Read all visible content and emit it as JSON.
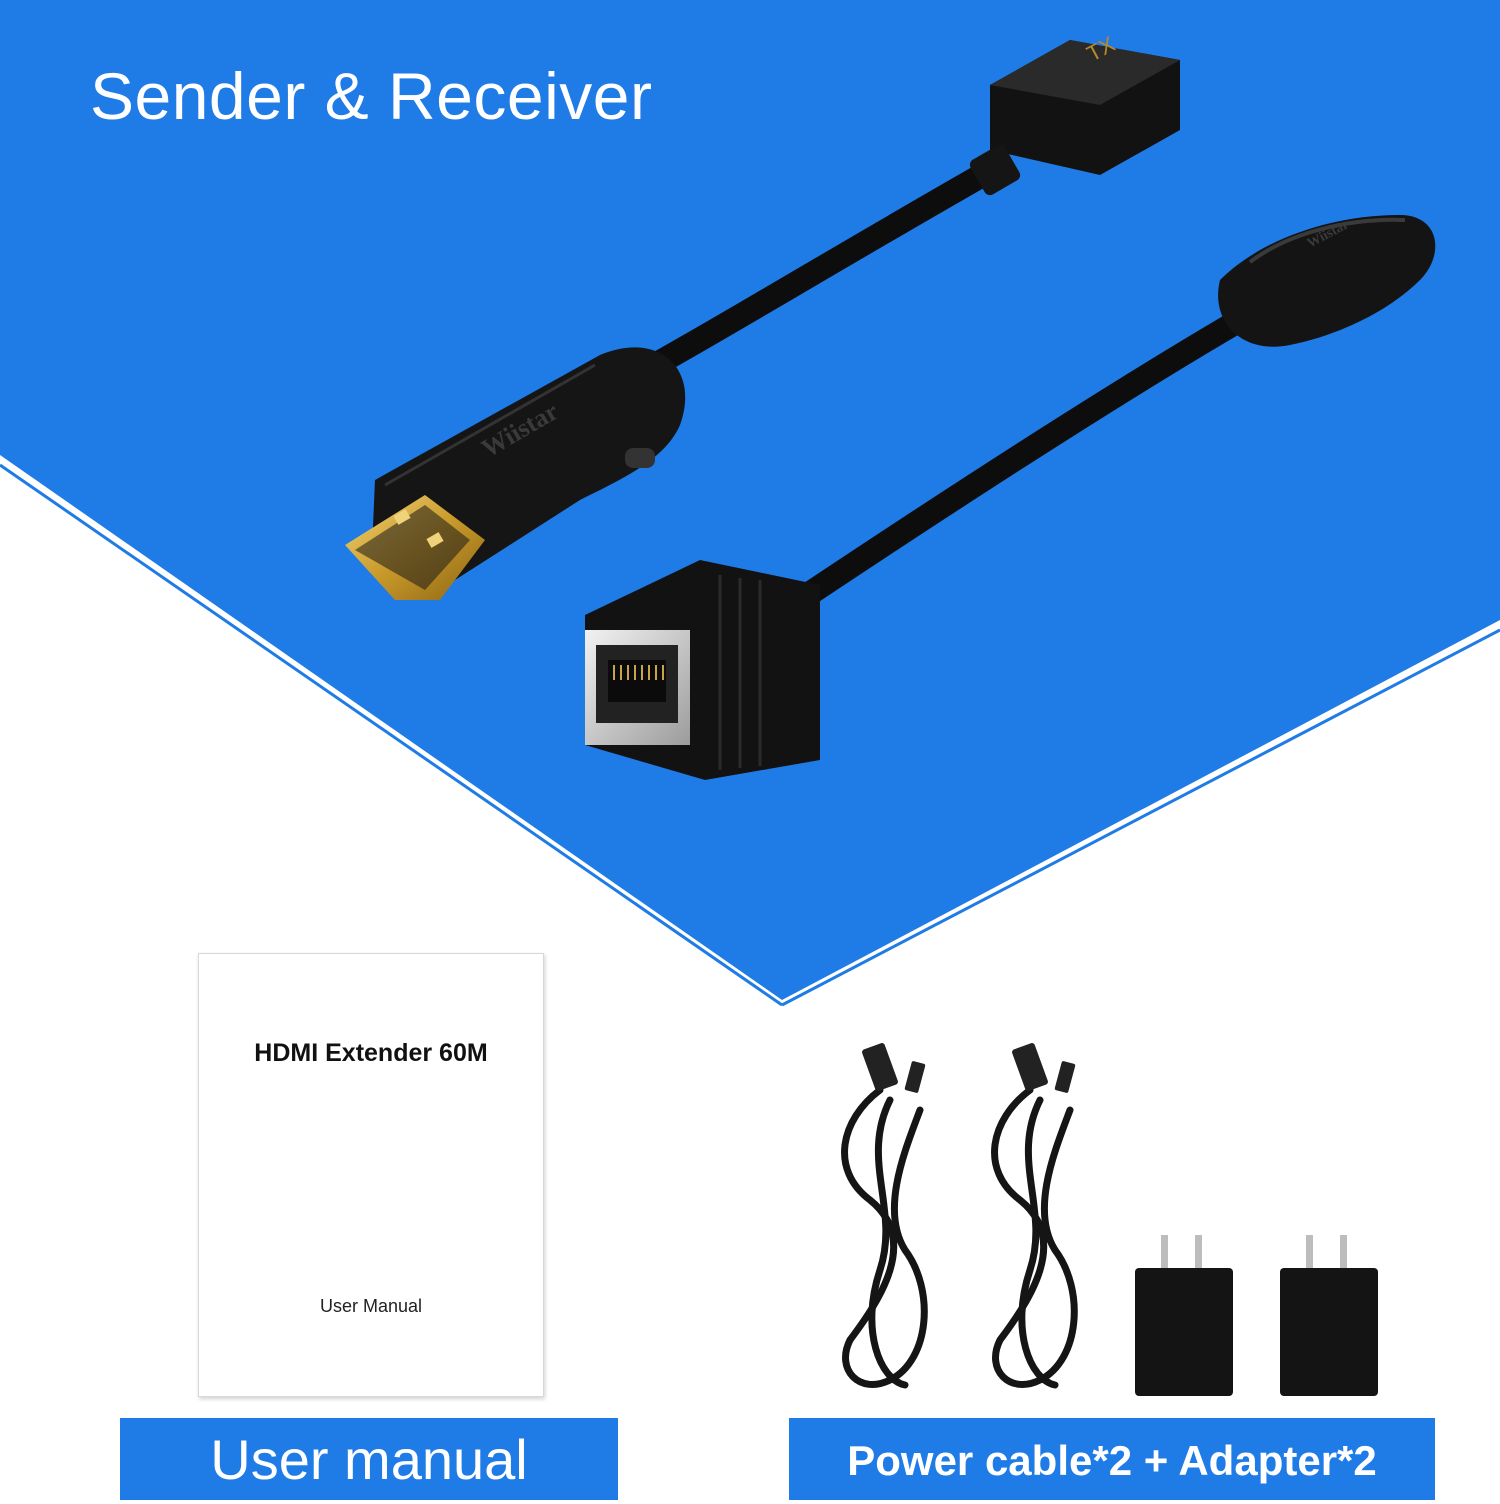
{
  "header": {
    "title": "Sender & Receiver"
  },
  "devices": {
    "sender_brand": "Wiistar",
    "rx_brand": "Wiistar",
    "tx_label": "TX"
  },
  "manual": {
    "title": "HDMI Extender 60M",
    "subtitle": "User Manual"
  },
  "captions": {
    "left": "User manual",
    "right": "Power cable*2 + Adapter*2"
  },
  "colors": {
    "background_blue": "#1f7be6",
    "device_black": "#111111",
    "connector_gold": "#d9b23a"
  }
}
